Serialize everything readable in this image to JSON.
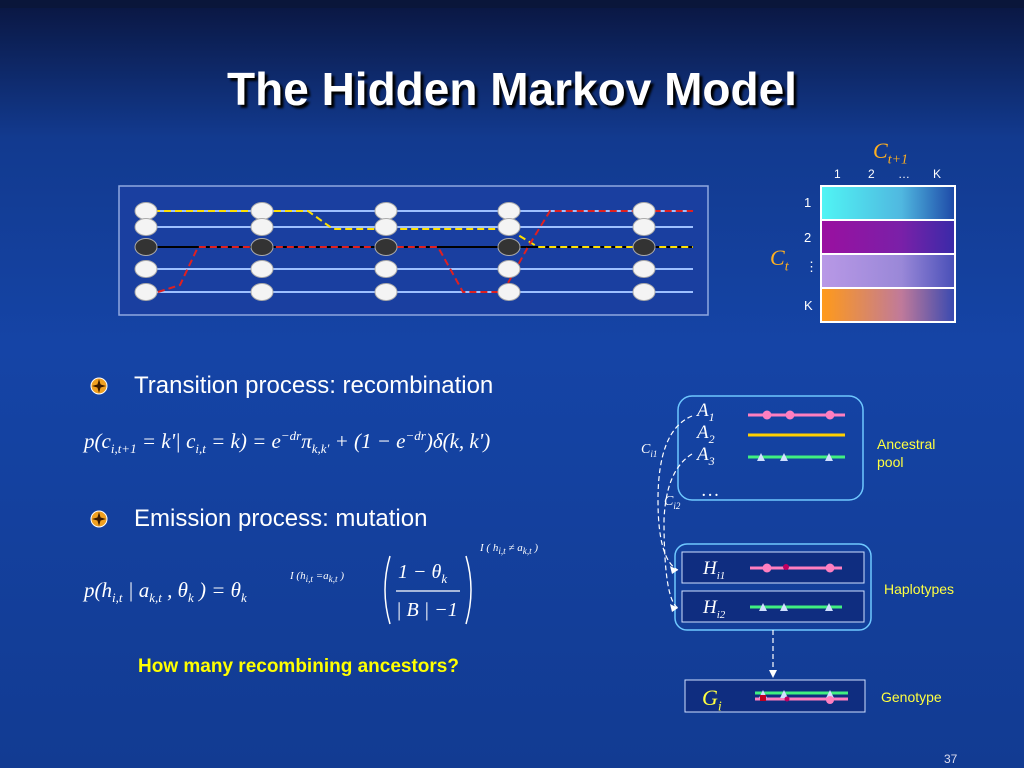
{
  "slide": {
    "title": "The Hidden Markov Model",
    "page_number": "37",
    "question": "How many recombining ancestors?"
  },
  "bullets": [
    {
      "text": "Transition process: recombination",
      "icon": "diamond-bullet-icon"
    },
    {
      "text": "Emission process: mutation",
      "icon": "diamond-bullet-icon"
    }
  ],
  "formulas": {
    "transition": "p(c_{i,t+1} = k' | c_{i,t} = k) = e^{-dr} π_{k,k'} + (1 − e^{-dr}) δ(k,k')",
    "emission": "p(h_{i,t} | a_{k,t}, θ_k) = θ_k^{I(h_{i,t}=a_{k,t})} ((1−θ_k)/(|B|−1))^{I(h_{i,t}≠a_{k,t})}"
  },
  "matrix": {
    "col_header": "C",
    "col_header_sub": "t+1",
    "row_header": "C",
    "row_header_sub": "t",
    "col_labels": [
      "1",
      "2",
      "…",
      "K"
    ],
    "row_labels": [
      "1",
      "2",
      "⋮",
      "K"
    ],
    "row_colors": [
      "#4ef0f0",
      "#9a0fa0",
      "#b090e0",
      "#ff9a20"
    ]
  },
  "diagram": {
    "ancestors": [
      {
        "letter": "A",
        "sub": "1"
      },
      {
        "letter": "A",
        "sub": "2"
      },
      {
        "letter": "A",
        "sub": "3"
      }
    ],
    "ancestors_more": "…",
    "ancestral_pool_label": "Ancestral\npool",
    "haplotypes_label": "Haplotypes",
    "genotype_label": "Genotype",
    "haplotypes": [
      {
        "letter": "H",
        "sub": "i1"
      },
      {
        "letter": "H",
        "sub": "i2"
      }
    ],
    "genotype": {
      "letter": "G",
      "sub": "i"
    },
    "c_labels": [
      {
        "letter": "C",
        "sub": "i1"
      },
      {
        "letter": "C",
        "sub": "i2"
      }
    ],
    "colors": {
      "pink": "#ff7fc0",
      "yellow": "#ffd000",
      "green": "#40f080",
      "link": "#ffffff"
    }
  }
}
